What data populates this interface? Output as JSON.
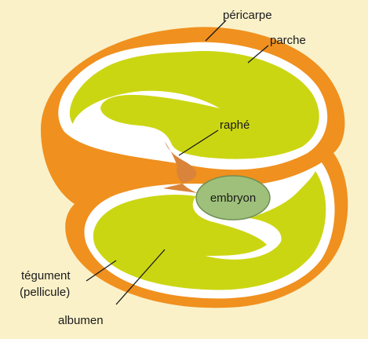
{
  "colors": {
    "background": "#faf1c9",
    "pericarp": "#f0901e",
    "parchment": "#ffffff",
    "tegument": "#d9843a",
    "albumen": "#cbd613",
    "embryo": "#9fc07a",
    "embryo_outline": "#6f8f55"
  },
  "labels": {
    "pericarpe": "péricarpe",
    "parche": "parche",
    "raphe": "raphé",
    "embryon": "embryon",
    "tegument_line1": "tégument",
    "tegument_line2": "(pellicule)",
    "albumen": "albumen"
  }
}
